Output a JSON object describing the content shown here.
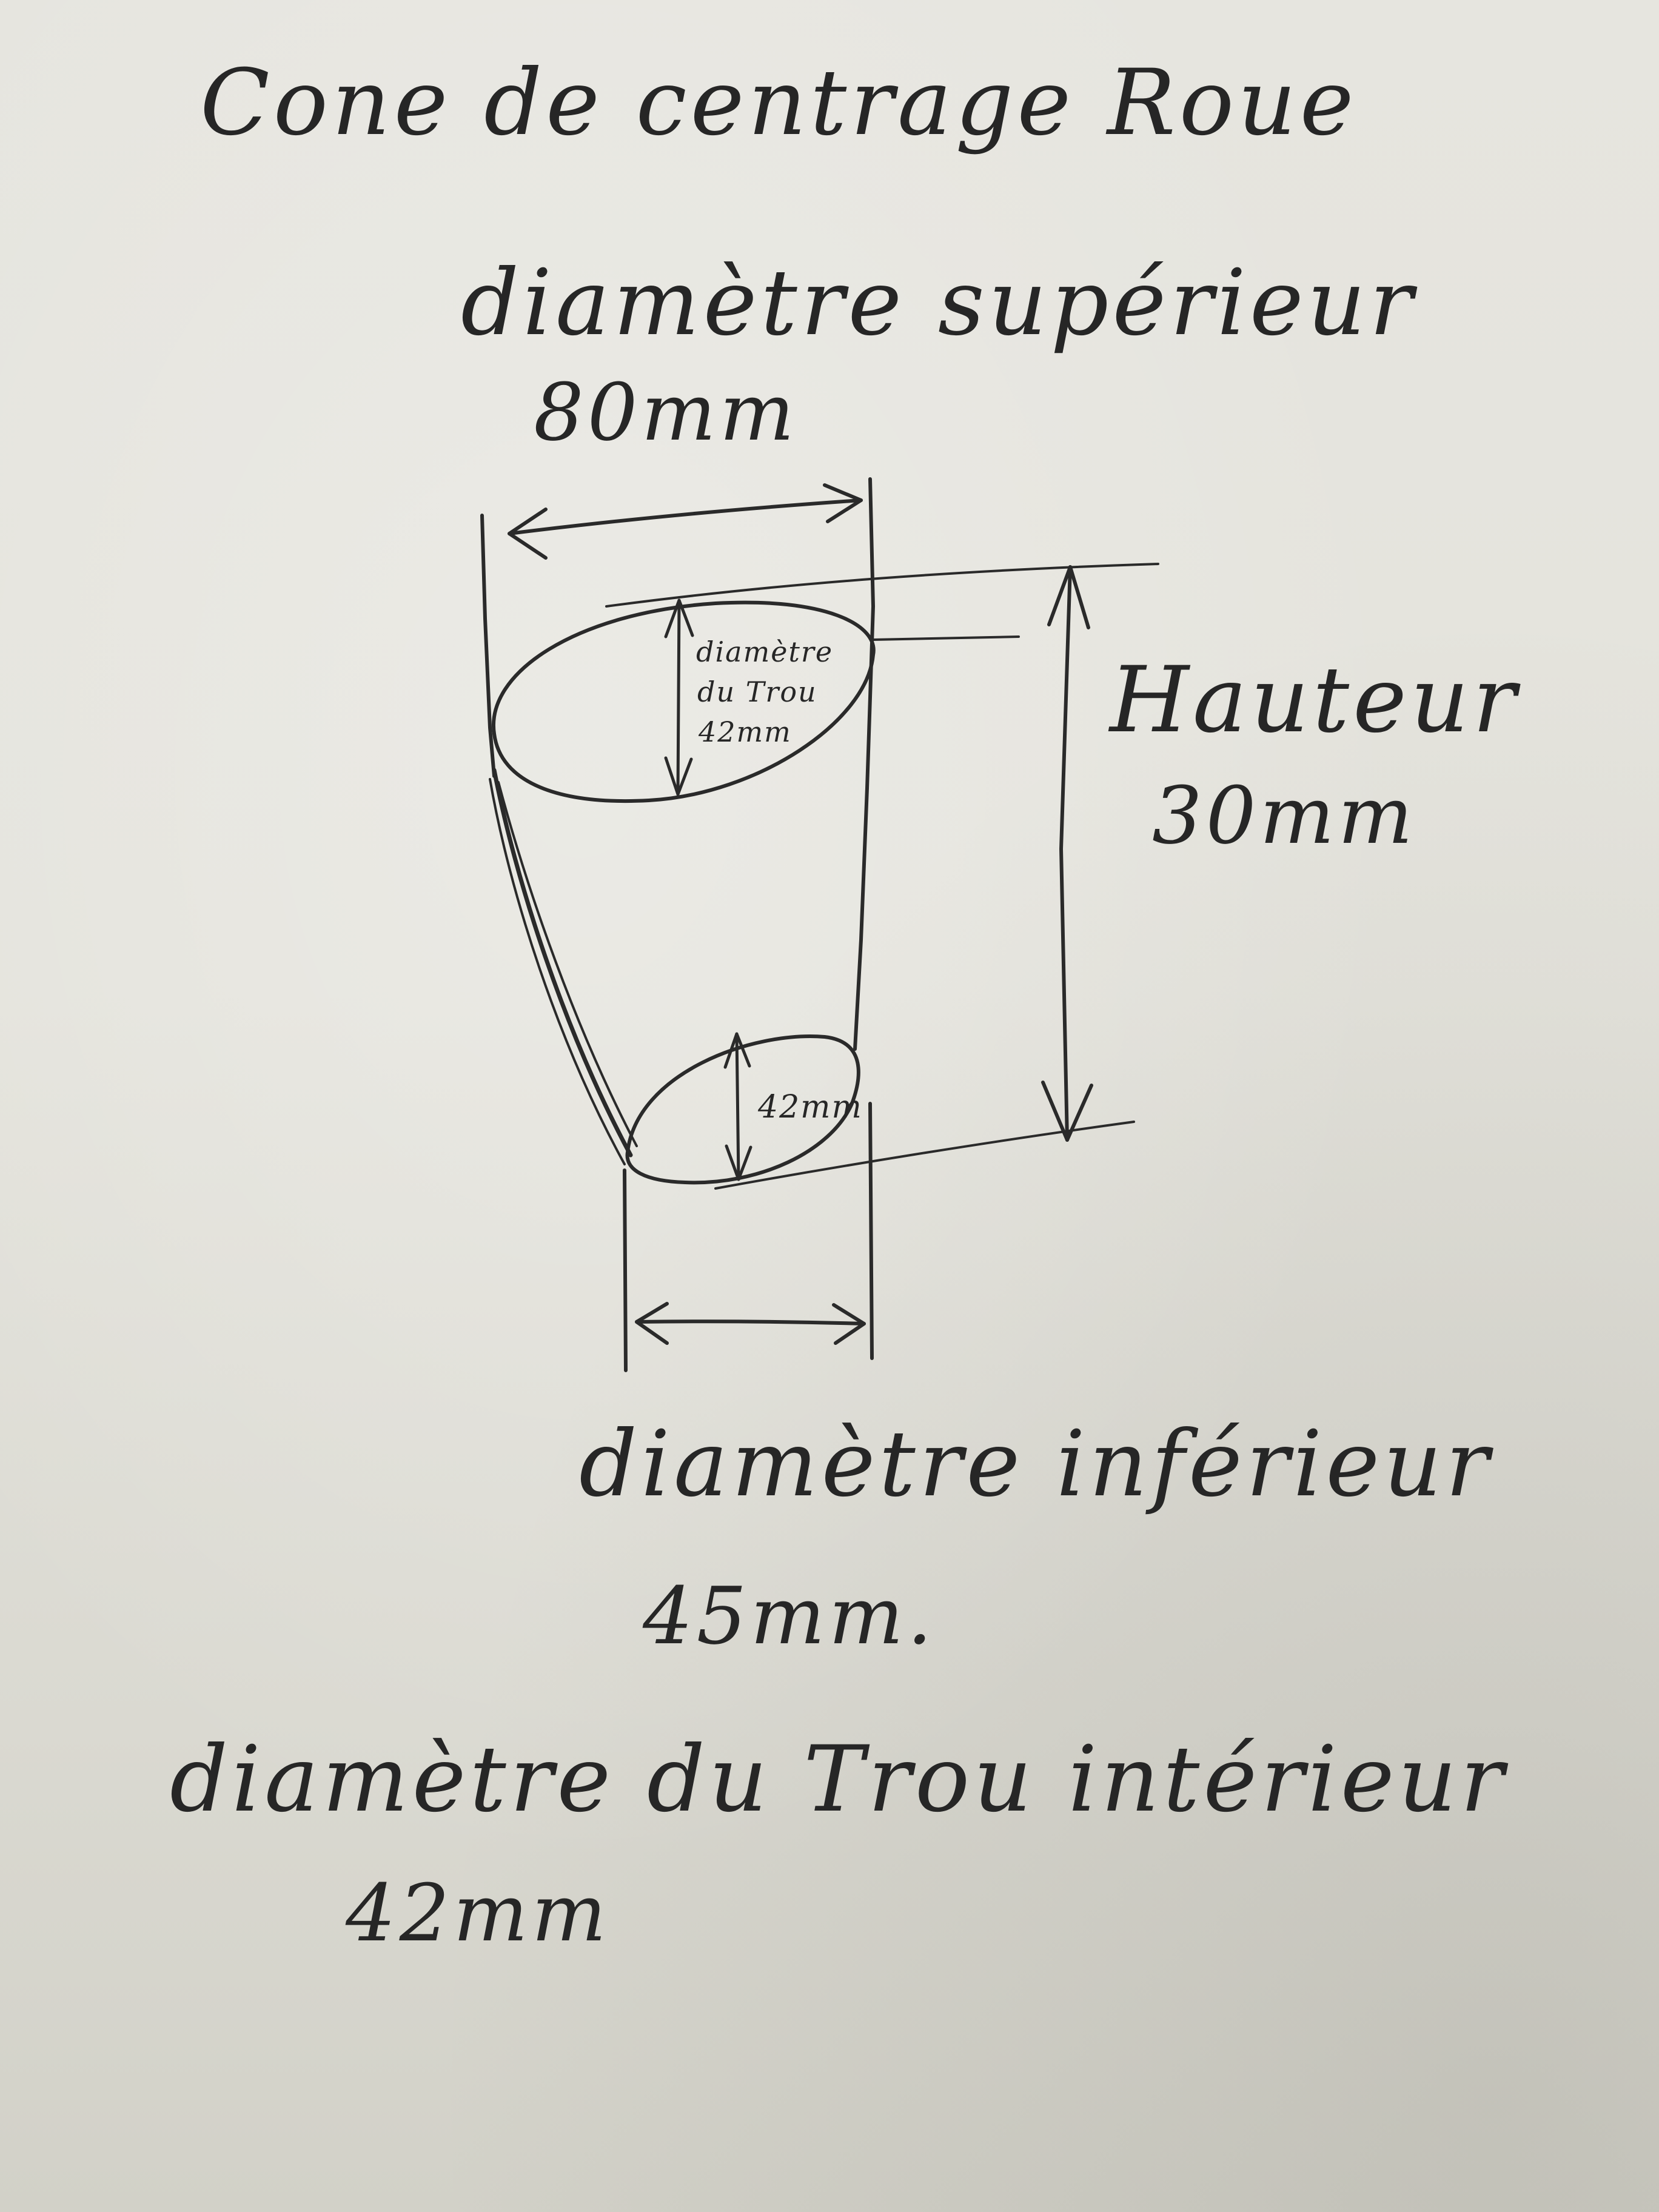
{
  "title": "Cone de centrage Roue",
  "top_diameter": {
    "label": "diamètre supérieur",
    "value": "80mm"
  },
  "inner_top_annotation": [
    "diamètre",
    "du Trou",
    "42mm"
  ],
  "height": {
    "label": "Hauteur",
    "value": "30mm"
  },
  "inner_bottom_annotation": "42mm",
  "bottom_diameter": {
    "label": "diamètre inférieur",
    "value": "45mm."
  },
  "hole_diameter": {
    "label": "diamètre du Trou intérieur",
    "value": "42mm"
  }
}
